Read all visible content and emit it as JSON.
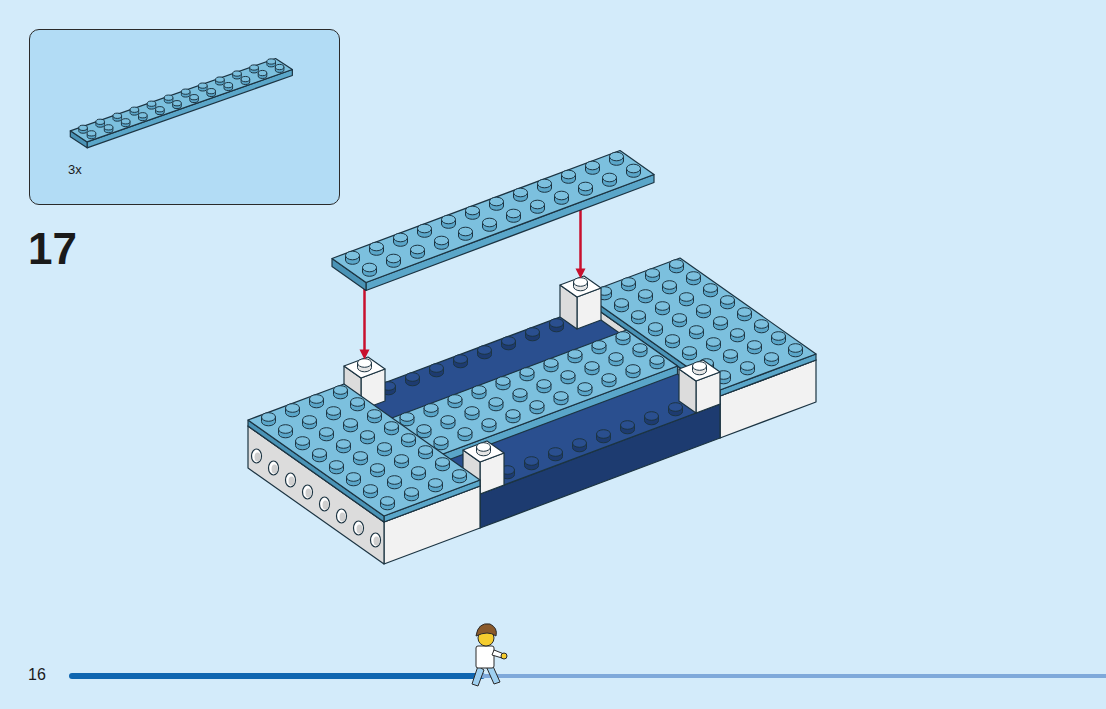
{
  "diagram": {
    "nodes": [
      {
        "text": [
          "3x"
        ]
      }
    ],
    "labels": [
      "17",
      "16"
    ]
  }
}
